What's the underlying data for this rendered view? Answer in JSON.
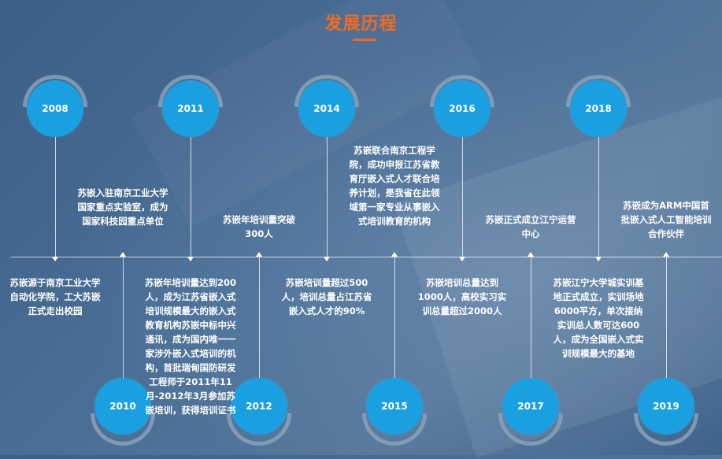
{
  "page": {
    "title": "发展历程"
  },
  "timeline": {
    "items": [
      {
        "year": "2008",
        "text": "苏嵌源于南京工业大学自动化学院，工大苏嵌正式走出校园"
      },
      {
        "year": "2010",
        "text": "苏嵌入驻南京工业大学国家重点实验室，成为国家科技园重点单位"
      },
      {
        "year": "2011",
        "text": "苏嵌年培训量达到200人，成为江苏省嵌入式培训规模最大的嵌入式教育机构苏嵌中标中兴通讯，成为国内唯一一家涉外嵌入式培训的机构，首批瑞甸国防研发工程师于2011年11月-2012年3月参加苏嵌培训，获得培训证书"
      },
      {
        "year": "2012",
        "text": "苏嵌年培训量突破300人"
      },
      {
        "year": "2014",
        "text": "苏嵌培训量超过500人，培训总量占江苏省嵌入式人才的90%"
      },
      {
        "year": "2015",
        "text": "苏嵌联合南京工程学院，成功申报江苏省教育厅嵌入式人才联合培养计划，是我省在此领域第一家专业从事嵌入式培训教育的机构"
      },
      {
        "year": "2016",
        "text": "苏嵌培训总量达到1000人，高校实习实训总量超过2000人"
      },
      {
        "year": "2017",
        "text": "苏嵌正式成立江宁运营中心"
      },
      {
        "year": "2018",
        "text": "苏嵌江宁大学城实训基地正式成立，实训场地6000平方，单次接纳实训总人数可达600人，成为全国嵌入式实训规模最大的基地"
      },
      {
        "year": "2019",
        "text": "苏嵌成为ARM中国首批嵌入式人工智能培训合作伙伴"
      }
    ]
  }
}
